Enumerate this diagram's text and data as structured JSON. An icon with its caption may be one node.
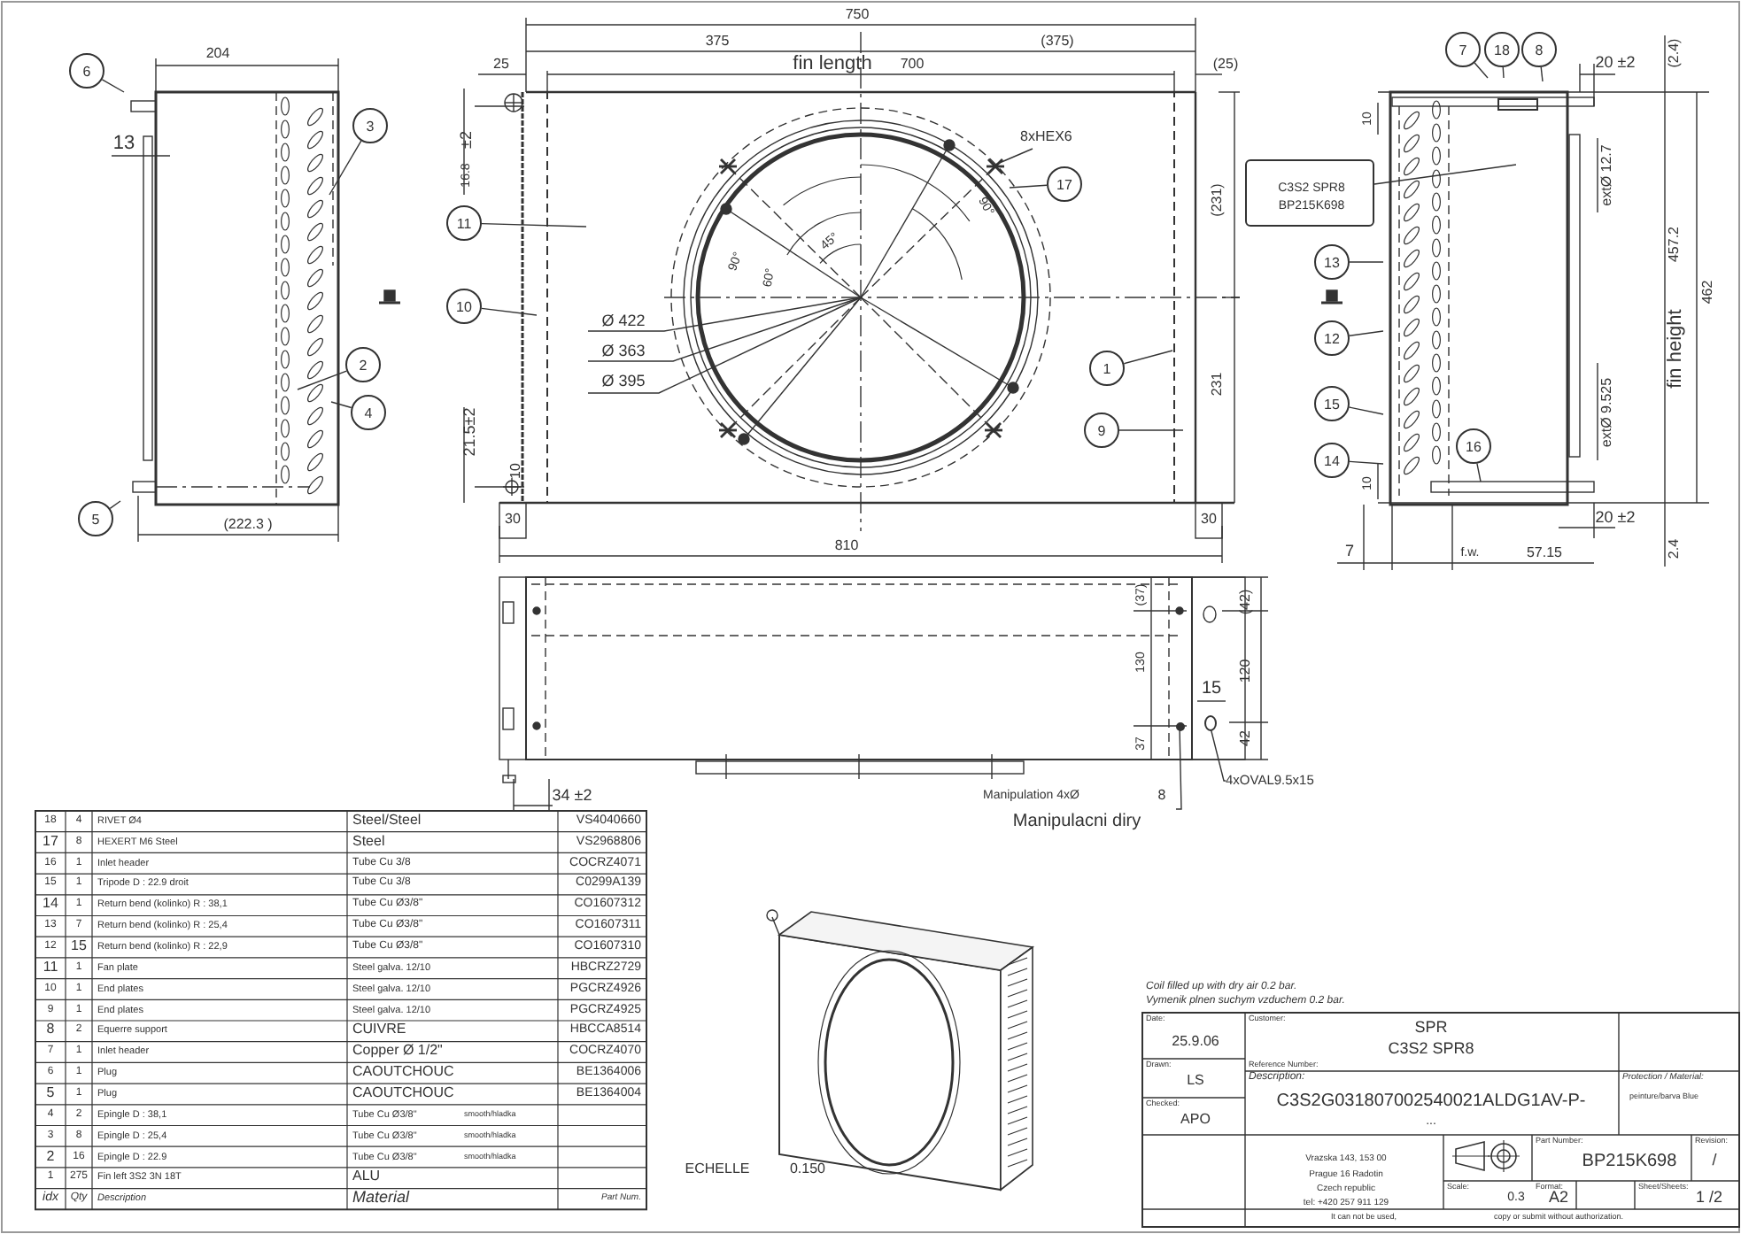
{
  "diagram": {
    "nodes": [
      {
        "text": [
          "6"
        ]
      },
      {
        "text": [
          "3"
        ]
      },
      {
        "text": [
          "2"
        ]
      },
      {
        "text": [
          "4"
        ]
      },
      {
        "text": [
          "5"
        ]
      },
      {
        "text": [
          "11"
        ]
      },
      {
        "text": [
          "10"
        ]
      },
      {
        "text": [
          "8xHEX6"
        ]
      },
      {
        "text": [
          "17"
        ]
      },
      {
        "text": [
          "1"
        ]
      },
      {
        "text": [
          "9"
        ]
      },
      {
        "text": [
          "7"
        ]
      },
      {
        "text": [
          "18"
        ]
      },
      {
        "text": [
          "8"
        ]
      },
      {
        "text": [
          "C3S2 SPR8",
          "BP215K698"
        ]
      },
      {
        "text": [
          "13"
        ]
      },
      {
        "text": [
          "12"
        ]
      },
      {
        "text": [
          "15"
        ]
      },
      {
        "text": [
          "14"
        ]
      },
      {
        "text": [
          "16"
        ]
      },
      {
        "text": [
          "Manipulation 4xØ",
          "8",
          "Manipulacni diry"
        ]
      },
      {
        "text": [
          "4xOVAL9.5x15"
        ]
      },
      {
        "text": [],
        "shape": "circle"
      },
      {
        "text": [],
        "shape": "circle"
      }
    ],
    "edges": [
      {
        "from": 0,
        "to": null,
        "arrow": "none"
      },
      {
        "from": 1,
        "to": null,
        "arrow": "none"
      },
      {
        "from": 2,
        "to": null,
        "arrow": "none"
      },
      {
        "from": 3,
        "to": null,
        "arrow": "none"
      },
      {
        "from": 4,
        "to": null,
        "arrow": "none"
      },
      {
        "from": 5,
        "to": null,
        "arrow": "none"
      },
      {
        "from": 6,
        "to": null,
        "arrow": "none"
      },
      {
        "from": 7,
        "to": null,
        "arrow": "none"
      },
      {
        "from": 8,
        "to": null,
        "arrow": "none"
      },
      {
        "from": 9,
        "to": null,
        "arrow": "none"
      },
      {
        "from": 10,
        "to": null,
        "arrow": "none"
      },
      {
        "from": 11,
        "to": null,
        "arrow": "none"
      },
      {
        "from": 12,
        "to": null,
        "arrow": "none"
      },
      {
        "from": 13,
        "to": null,
        "arrow": "none"
      },
      {
        "from": 14,
        "to": null,
        "arrow": "none"
      },
      {
        "from": 15,
        "to": null,
        "arrow": "none"
      },
      {
        "from": 16,
        "to": null,
        "arrow": "none"
      },
      {
        "from": 17,
        "to": null,
        "arrow": "none"
      },
      {
        "from": 18,
        "to": null,
        "arrow": "none"
      },
      {
        "from": 19,
        "to": null,
        "arrow": "none"
      },
      {
        "from": 20,
        "to": 22,
        "arrow": "none"
      },
      {
        "from": 21,
        "to": 23,
        "arrow": "none"
      }
    ],
    "labels": [
      "204",
      "13",
      "(222.3 )",
      "750",
      "375",
      "(375)",
      "25",
      "fin length",
      "700",
      "(25)",
      "16.8",
      "±2",
      "21.5±2",
      "10",
      "30",
      "30",
      "810",
      "(231)",
      "231",
      "90°",
      "60°",
      "45°",
      "90°",
      "Ø 422",
      "Ø 363",
      "Ø 395",
      "20 ±2",
      "(2.4)",
      "10",
      "extØ 12.7",
      "457.2",
      "462",
      "fin height",
      "extØ 9.525",
      "10",
      "20 ±2",
      "2.4",
      "7",
      "f.w.",
      "57.15",
      "(37)",
      "130",
      "37",
      "(42)",
      "120",
      "42",
      "15",
      "34 ±2",
      "18",
      "4",
      "RIVET Ø4",
      "Steel/Steel",
      "VS4040660",
      "17",
      "8",
      "HEXERT M6 Steel",
      "Steel",
      "VS2968806",
      "16",
      "1",
      "Inlet header",
      "Tube Cu 3/8",
      "COCRZ4071",
      "15",
      "1",
      "Tripode D : 22.9 droit",
      "Tube Cu 3/8",
      "C0299A139",
      "14",
      "1",
      "Return bend (kolinko) R : 38,1",
      "Tube Cu Ø3/8\"",
      "CO1607312",
      "13",
      "7",
      "Return bend (kolinko) R : 25,4",
      "Tube Cu Ø3/8\"",
      "CO1607311",
      "12",
      "15",
      "Return bend (kolinko) R : 22,9",
      "Tube Cu Ø3/8\"",
      "CO1607310",
      "11",
      "1",
      "Fan plate",
      "Steel galva. 12/10",
      "HBCRZ2729",
      "10",
      "1",
      "End plates",
      "Steel galva. 12/10",
      "PGCRZ4926",
      "9",
      "1",
      "End plates",
      "Steel galva. 12/10",
      "PGCRZ4925",
      "8",
      "2",
      "Equerre support",
      "CUIVRE",
      "HBCCA8514",
      "7",
      "1",
      "Inlet header",
      "Copper Ø 1/2\"",
      "COCRZ4070",
      "6",
      "1",
      "Plug",
      "CAOUTCHOUC",
      "BE1364006",
      "5",
      "1",
      "Plug",
      "CAOUTCHOUC",
      "BE1364004",
      "4",
      "2",
      "Epingle D : 38,1",
      "Tube Cu Ø3/8\"",
      "smooth/hladka",
      "3",
      "8",
      "Epingle D : 25,4",
      "Tube Cu Ø3/8\"",
      "smooth/hladka",
      "2",
      "16",
      "Epingle D : 22.9",
      "Tube Cu Ø3/8\"",
      "smooth/hladka",
      "1",
      "275",
      "Fin left 3S2 3N 18T",
      "ALU",
      "idx",
      "Qty",
      "Description",
      "Material",
      "Part Num.",
      "Coil filled up with dry air 0.2 bar.",
      "Vymenik plnen suchym vzduchem 0.2 bar.",
      "Date:",
      "25.9.06",
      "Drawn:",
      "LS",
      "Checked:",
      "APO",
      "Customer:",
      "SPR",
      "C3S2 SPR8",
      "Reference Number:",
      "Description:",
      "C3S2G031807002540021ALDG1AV-P-",
      "...",
      "Protection / Material:",
      "peinture/barva Blue",
      "Vrazska 143, 153 00",
      "Prague 16 Radotin",
      "Czech republic",
      "tel: +420 257 911 129",
      "Part Number:",
      "BP215K698",
      "Revision:",
      "/",
      "Scale:",
      "0.3",
      "Format:",
      "A2",
      "Sheet/Sheets:",
      "1 /2",
      "It can not be used,",
      "copy or submit without authorization.",
      "ECHELLE",
      "0.150"
    ]
  }
}
